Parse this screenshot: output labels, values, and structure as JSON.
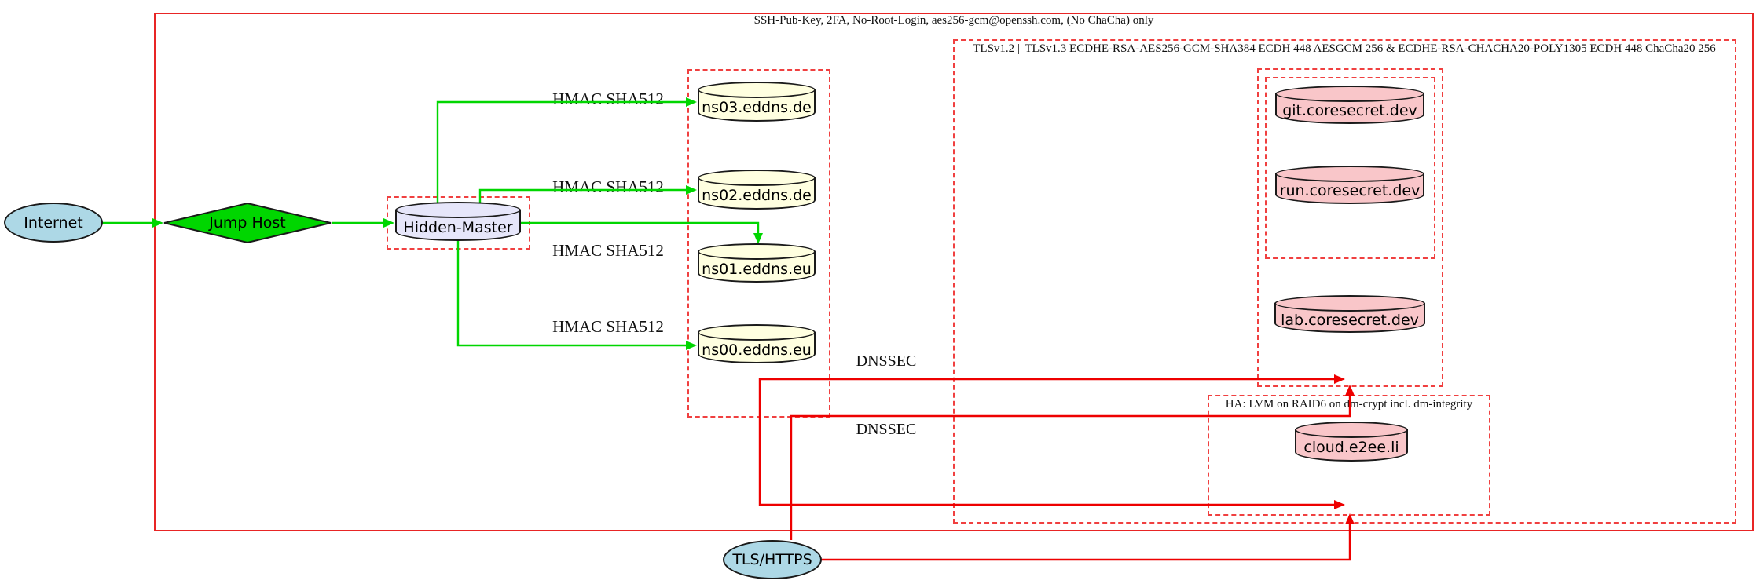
{
  "diagram": {
    "clusters": {
      "ssh": "SSH-Pub-Key, 2FA, No-Root-Login, aes256-gcm@openssh.com, (No ChaCha) only",
      "tls": "TLSv1.2 || TLSv1.3 ECDHE-RSA-AES256-GCM-SHA384 ECDH 448 AESGCM 256 & ECDHE-RSA-CHACHA20-POLY1305 ECDH 448 ChaCha20 256",
      "ha": "HA: LVM on RAID6 on dm-crypt incl. dm-integrity"
    },
    "nodes": {
      "internet": "Internet",
      "jump_host": "Jump Host",
      "hidden_master": "Hidden-Master",
      "ns03": "ns03.eddns.de",
      "ns02": "ns02.eddns.de",
      "ns01": "ns01.eddns.eu",
      "ns00": "ns00.eddns.eu",
      "git": "git.coresecret.dev",
      "run": "run.coresecret.dev",
      "lab": "lab.coresecret.dev",
      "cloud": "cloud.e2ee.li",
      "tls_https": "TLS/HTTPS"
    },
    "edge_labels": {
      "hmac_ns03": "HMAC SHA512",
      "hmac_ns02": "HMAC SHA512",
      "hmac_ns01": "HMAC SHA512",
      "hmac_ns00": "HMAC SHA512",
      "dnssec_upper": "DNSSEC",
      "dnssec_lower": "DNSSEC"
    },
    "colors": {
      "cluster_border_red": "#e82525",
      "edge_green": "#00d600",
      "edge_red": "#ee0000",
      "node_lightblue": "#add8e6",
      "node_green": "#00d600",
      "node_lavender": "#e6e6fa",
      "node_lightyellow": "#ffffe0",
      "node_pink": "#f9c6c9"
    }
  }
}
